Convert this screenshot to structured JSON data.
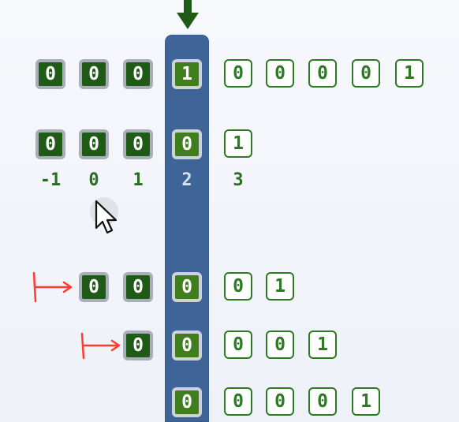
{
  "grid": {
    "row1": [
      "0",
      "0",
      "0",
      "1",
      "0",
      "0",
      "0",
      "0",
      "1"
    ],
    "row2": [
      "0",
      "0",
      "0",
      "0",
      "1"
    ],
    "row3": [
      "0",
      "0",
      "0",
      "0",
      "1"
    ],
    "row4": [
      "0",
      "0",
      "0",
      "0",
      "1"
    ],
    "row5": [
      "0",
      "0",
      "0",
      "0",
      "1"
    ]
  },
  "indices": [
    "-1",
    "0",
    "1",
    "2",
    "3"
  ],
  "icons": {
    "top_arrow": "down-arrow-icon",
    "cursor": "mouse-cursor-icon",
    "annotation": "red-arrow-icon"
  },
  "colors": {
    "bar": "#3f6497",
    "filled_cell": "#1f5a17",
    "outline_cell": "#2c7a24",
    "annotation": "#ff3b30"
  }
}
